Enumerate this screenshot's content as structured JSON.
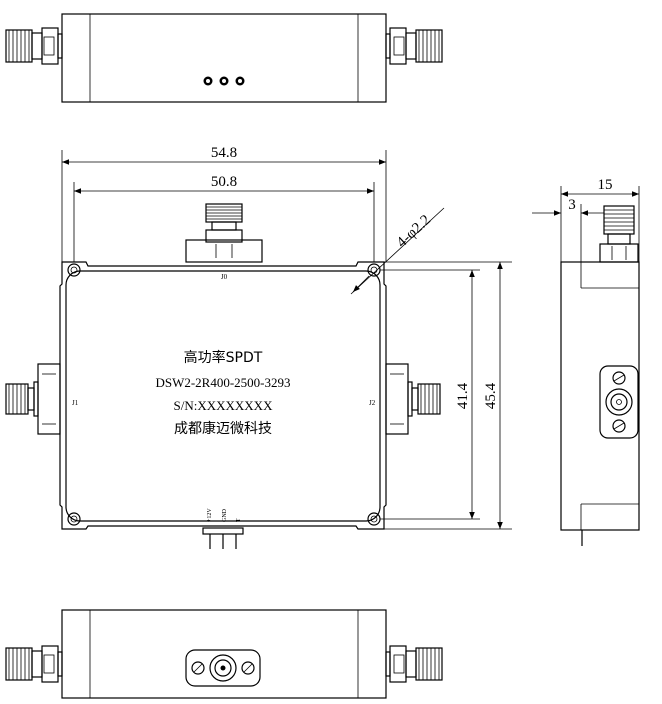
{
  "dimensions": {
    "overall_width": "54.8",
    "hole_spacing_width": "50.8",
    "hole_spacing_height": "41.4",
    "overall_height": "45.4",
    "hole_note": "4-φ2.2",
    "side_depth": "15",
    "side_offset": "3"
  },
  "label": {
    "line1": "高功率SPDT",
    "line2": "DSW2-2R400-2500-3293",
    "line3": "S/N:XXXXXXXX",
    "line4": "成都康迈微科技"
  },
  "ports": {
    "j0": "J0",
    "j1": "J1",
    "j2": "J2"
  },
  "pins": {
    "p1": "+12V",
    "p2": "GND",
    "p3": "T"
  }
}
